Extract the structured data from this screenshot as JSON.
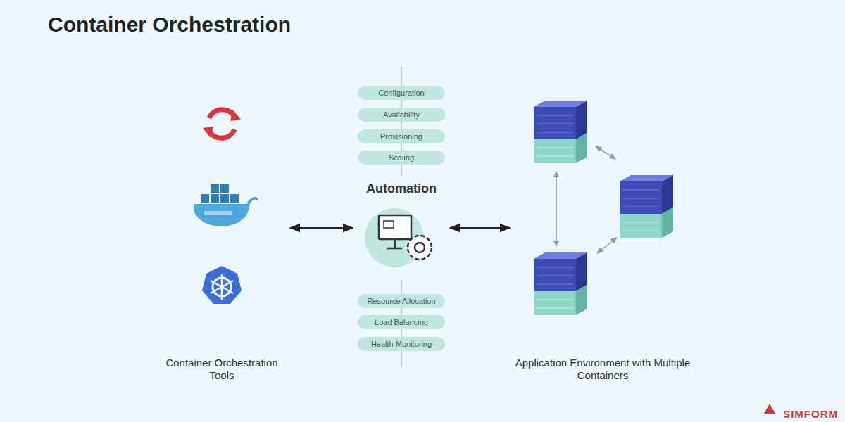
{
  "diagram": {
    "title": "Container Orchestration",
    "nodes": [
      {
        "text": [
          "Container Orchestration Tools"
        ]
      },
      {
        "text": [
          "Configuration"
        ]
      },
      {
        "text": [
          "Availability"
        ]
      },
      {
        "text": [
          "Provisioning"
        ]
      },
      {
        "text": [
          "Scaling"
        ]
      },
      {
        "text": [
          "Automation"
        ]
      },
      {
        "text": [
          "Resource Allocation"
        ]
      },
      {
        "text": [
          "Load Balancing"
        ]
      },
      {
        "text": [
          "Health Monitoring"
        ]
      },
      {
        "text": [
          "Application Environment with Multiple Containers"
        ]
      }
    ],
    "edges": [
      {
        "from": 0,
        "to": 5,
        "arrow": "both"
      },
      {
        "from": 5,
        "to": 9,
        "arrow": "both"
      }
    ],
    "labels": [
      "SIMFORM"
    ]
  }
}
